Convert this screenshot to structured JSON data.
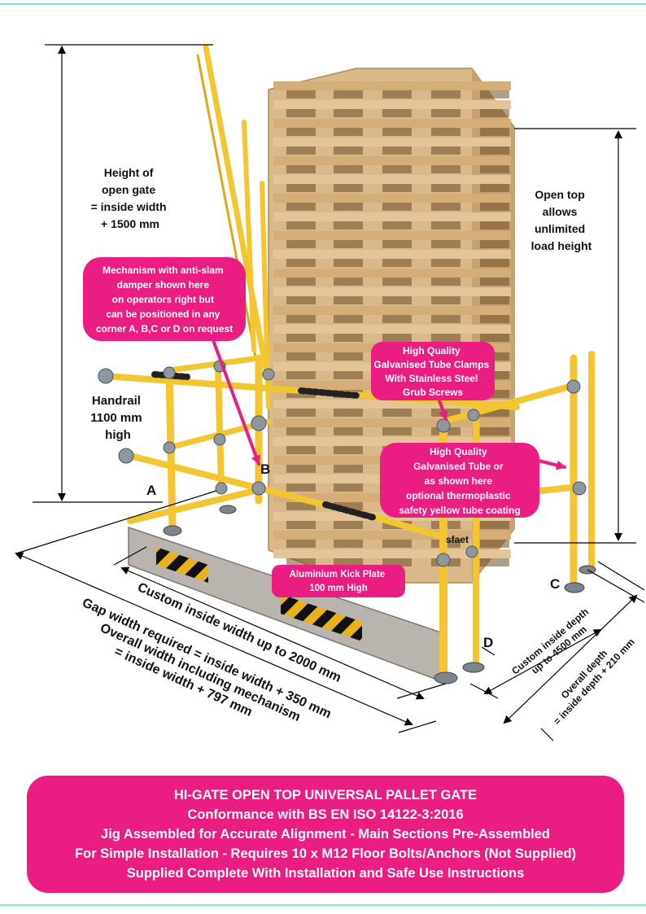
{
  "labels": {
    "height_open_gate": [
      "Height of",
      "open gate",
      "= inside width",
      "+ 1500 mm"
    ],
    "open_top": [
      "Open top",
      "allows",
      "unlimited",
      "load height"
    ],
    "handrail": [
      "Handrail",
      "1100 mm",
      "high"
    ],
    "corner_a": "A",
    "corner_b": "B",
    "corner_c": "C",
    "corner_d": "D",
    "custom_inside_width": "Custom inside width up to 2000 mm",
    "gap_width": "Gap width required = inside width + 350 mm",
    "overall_width": [
      "Overall width including mechanism",
      "= inside width + 797 mm"
    ],
    "custom_inside_depth": [
      "Custom inside depth",
      "up to 4500 mm"
    ],
    "overall_depth": [
      "Overall depth",
      "= inside depth + 210 mm"
    ],
    "sfaet": "sfaet"
  },
  "callouts": {
    "mechanism": [
      "Mechanism with anti-slam",
      "damper shown here",
      "on operators right but",
      "can be positioned in any",
      "corner A, B,C or D on request"
    ],
    "clamps": [
      "High Quality",
      "Galvanised Tube Clamps",
      "With Stainless Steel",
      "Grub Screws"
    ],
    "tube": [
      "High Quality",
      "Galvanised Tube or",
      "as shown here",
      "optional  thermoplastic",
      "safety yellow tube coating"
    ],
    "kick_plate": [
      "Aluminium Kick Plate",
      "100 mm High"
    ]
  },
  "footer": {
    "lines": [
      "HI-GATE OPEN TOP UNIVERSAL PALLET GATE",
      "Conformance with BS EN ISO 14122-3:2016",
      "Jig Assembled for Accurate Alignment - Main Sections Pre-Assembled",
      "For Simple Installation - Requires 10 x M12 Floor Bolts/Anchors (Not Supplied)",
      "Supplied Complete With Installation and Safe Use Instructions"
    ]
  },
  "colors": {
    "accent_pink": "#ea1e82",
    "tube_yellow": "#f2c531",
    "pallet_wood": "#d9b98a",
    "rule_cyan": "#7fe3ee"
  }
}
